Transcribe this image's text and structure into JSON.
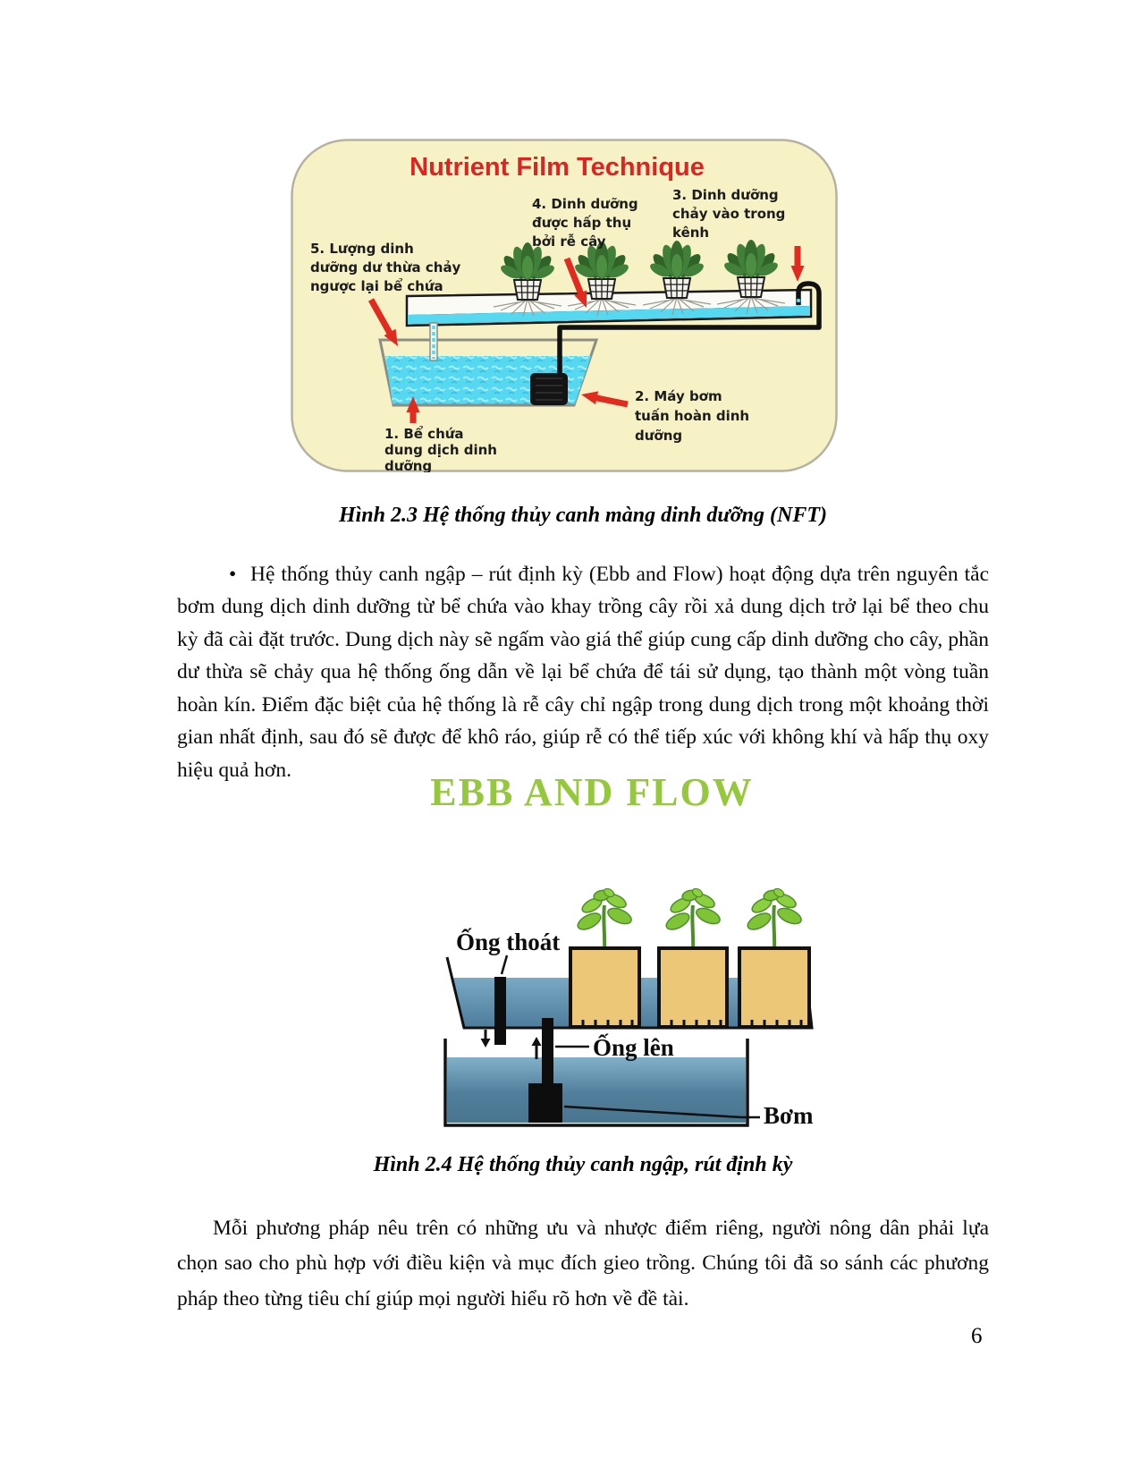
{
  "document": {
    "page_number": "6",
    "caption_2_3": "Hình 2.3 Hệ thống thủy canh màng dinh dưỡng (NFT)",
    "caption_2_4": "Hình 2.4 Hệ thống thủy canh ngập, rút định kỳ",
    "bullet": "•",
    "paragraph_1": "Hệ thống thủy canh ngập – rút định kỳ (Ebb and Flow) hoạt động dựa trên nguyên tắc bơm dung dịch dinh dưỡng từ bể chứa vào khay trồng cây rồi xả dung dịch trở lại bể theo chu kỳ đã cài đặt trước. Dung dịch này sẽ ngấm vào giá thể giúp cung cấp dinh dưỡng cho cây, phần dư thừa sẽ chảy qua hệ thống ống dẫn về lại bể chứa để tái sử dụng, tạo thành một vòng tuần hoàn kín. Điểm đặc biệt của hệ thống là rễ cây chỉ ngập trong dung dịch trong một khoảng thời gian nhất định, sau đó sẽ được để khô ráo, giúp rễ có thể tiếp xúc với không khí và hấp thụ oxy hiệu quả hơn.",
    "paragraph_2": "Mỗi phương pháp nêu trên có những ưu và nhược điểm riêng, người nông dân phải lựa chọn sao cho phù hợp với điều kiện và mục đích gieo trồng. Chúng tôi đã so sánh các phương pháp theo từng tiêu chí giúp mọi người hiểu rõ hơn về đề tài."
  },
  "figure_nft": {
    "title": "Nutrient Film Technique",
    "labels": {
      "reservoir": [
        "1. Bể chứa",
        "dung dịch dinh",
        "dưỡng"
      ],
      "pump": [
        "2. Máy bơm",
        "tuấn hoàn dinh",
        "dưỡng"
      ],
      "inflow": [
        "3. Dinh dưỡng",
        "chảy vào trong",
        "kênh"
      ],
      "absorb": [
        "4. Dinh dưỡng",
        "được hấp thụ",
        "bởi rễ cây"
      ],
      "overflow": [
        "5. Lượng dinh",
        "dưỡng dư thừa chảy",
        "ngược lại bể chứa"
      ]
    },
    "colors": {
      "background": "#f7f2c6",
      "title": "#dd2421",
      "arrow": "#e02b1e",
      "water": "#55d8f0",
      "plant": "#41803a"
    }
  },
  "figure_ebb": {
    "title": "EBB AND FLOW",
    "labels": {
      "drain_pipe": "Ống thoát",
      "riser_pipe": "Ống lên",
      "pump": "Bơm"
    },
    "colors": {
      "title": "#95c83d",
      "water": "#5e93b3",
      "pot": "#ecc778",
      "leaf": "#7fc437"
    }
  }
}
